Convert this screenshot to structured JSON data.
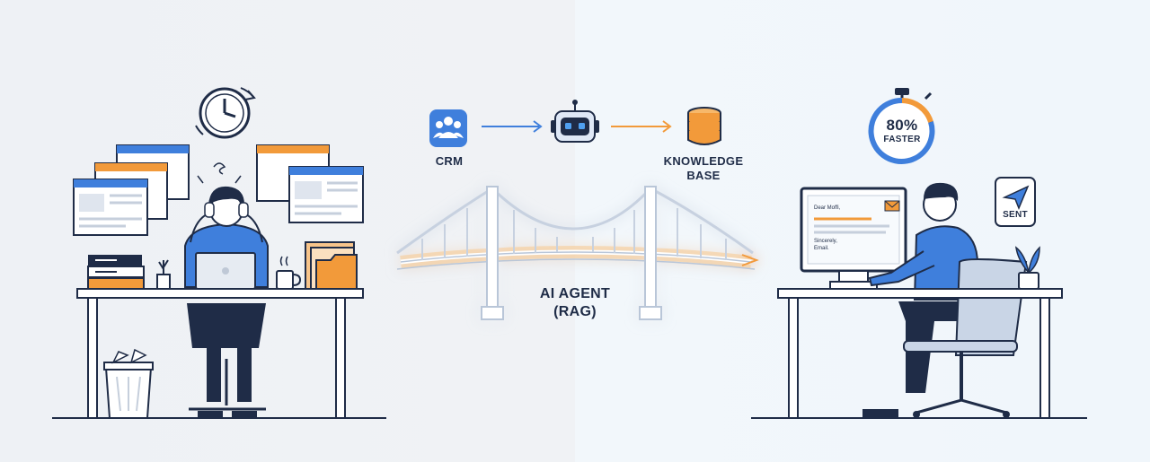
{
  "labels": {
    "crm": "CRM",
    "knowledge_base_line1": "KNOWLEDGE",
    "knowledge_base_line2": "BASE",
    "ai_agent_line1": "AI AGENT",
    "ai_agent_line2": "(RAG)",
    "timer_value": "80%",
    "timer_caption": "FASTER",
    "sent": "SENT"
  },
  "email": {
    "greeting": "Dear Moffi,",
    "closing": "Sincerely,",
    "signature": "Email."
  },
  "colors": {
    "background_left": "#eef1f5",
    "background_right": "#f0f6fb",
    "primary_blue": "#3f7fdc",
    "navy": "#1f2c47",
    "accent_orange": "#f29a3a",
    "bridge_glow": "#f8c98a"
  },
  "icons": [
    "clock-icon",
    "crm-people-icon",
    "robot-icon",
    "database-icon",
    "stopwatch-icon",
    "send-icon",
    "envelope-icon",
    "plant-icon"
  ]
}
